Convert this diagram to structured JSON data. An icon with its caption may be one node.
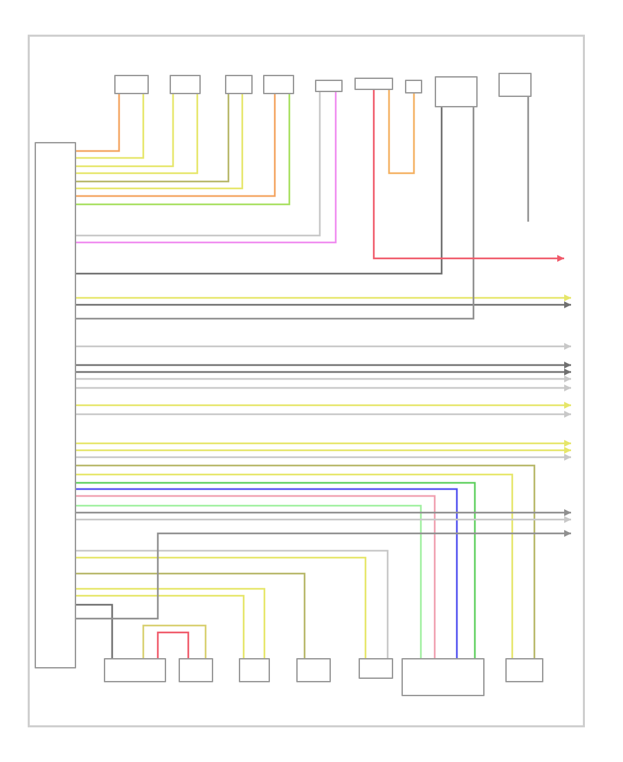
{
  "diagram": {
    "nodes": [
      {
        "text": [],
        "shape": "box"
      },
      {
        "text": [],
        "shape": "box"
      },
      {
        "text": [],
        "shape": "box"
      },
      {
        "text": [],
        "shape": "box"
      },
      {
        "text": [],
        "shape": "box"
      },
      {
        "text": [],
        "shape": "box"
      },
      {
        "text": [],
        "shape": "box"
      },
      {
        "text": [],
        "shape": "box"
      },
      {
        "text": [],
        "shape": "box"
      },
      {
        "text": [],
        "shape": "box"
      },
      {
        "text": [],
        "shape": "box"
      },
      {
        "text": [],
        "shape": "box"
      },
      {
        "text": [],
        "shape": "box"
      },
      {
        "text": [],
        "shape": "box"
      },
      {
        "text": [],
        "shape": "box"
      },
      {
        "text": [],
        "shape": "box"
      },
      {
        "text": [],
        "shape": "box"
      }
    ],
    "edges": [
      {
        "from": 0,
        "to": 1,
        "arrow": "none",
        "color": "#f4a460"
      },
      {
        "from": 0,
        "to": 1,
        "arrow": "none",
        "color": "#e6e66a"
      },
      {
        "from": 0,
        "to": 2,
        "arrow": "none",
        "color": "#e6e66a"
      },
      {
        "from": 0,
        "to": 2,
        "arrow": "none",
        "color": "#e6e66a"
      },
      {
        "from": 0,
        "to": 3,
        "arrow": "none",
        "color": "#b8b86a"
      },
      {
        "from": 0,
        "to": 3,
        "arrow": "none",
        "color": "#e6e66a"
      },
      {
        "from": 0,
        "to": 4,
        "arrow": "none",
        "color": "#f4a460"
      },
      {
        "from": 0,
        "to": 4,
        "arrow": "none",
        "color": "#a8e060"
      },
      {
        "from": 0,
        "to": 5,
        "arrow": "none",
        "color": "#c8c8c8"
      },
      {
        "from": 0,
        "to": 5,
        "arrow": "none",
        "color": "#f08cf0"
      },
      {
        "from": 0,
        "to": 8,
        "arrow": "none",
        "color": "#707070"
      },
      {
        "from": 0,
        "to": null,
        "arrow": "to",
        "color": "#e6e66a"
      },
      {
        "from": 0,
        "to": null,
        "arrow": "to",
        "color": "#707070"
      },
      {
        "from": 0,
        "to": 8,
        "arrow": "none",
        "color": "#909090"
      },
      {
        "from": 0,
        "to": null,
        "arrow": "to",
        "color": "#c8c8c8"
      },
      {
        "from": 0,
        "to": null,
        "arrow": "to",
        "color": "#707070"
      },
      {
        "from": 0,
        "to": null,
        "arrow": "to",
        "color": "#707070"
      },
      {
        "from": 0,
        "to": null,
        "arrow": "to",
        "color": "#c8c8c8"
      },
      {
        "from": 0,
        "to": null,
        "arrow": "to",
        "color": "#c8c8c8"
      },
      {
        "from": 0,
        "to": null,
        "arrow": "to",
        "color": "#e6e66a"
      },
      {
        "from": 0,
        "to": null,
        "arrow": "to",
        "color": "#c8c8c8"
      },
      {
        "from": 0,
        "to": null,
        "arrow": "to",
        "color": "#e6e66a"
      },
      {
        "from": 0,
        "to": null,
        "arrow": "to",
        "color": "#e6e66a"
      },
      {
        "from": 0,
        "to": null,
        "arrow": "to",
        "color": "#c8c8c8"
      },
      {
        "from": 0,
        "to": 16,
        "arrow": "none",
        "color": "#b8b86a"
      },
      {
        "from": 0,
        "to": 16,
        "arrow": "none",
        "color": "#e6e66a"
      },
      {
        "from": 0,
        "to": 15,
        "arrow": "none",
        "color": "#60d060"
      },
      {
        "from": 0,
        "to": 15,
        "arrow": "none",
        "color": "#5050f0"
      },
      {
        "from": 0,
        "to": 15,
        "arrow": "none",
        "color": "#f0a0b0"
      },
      {
        "from": 0,
        "to": 15,
        "arrow": "none",
        "color": "#a0f0a0"
      },
      {
        "from": 0,
        "to": null,
        "arrow": "to",
        "color": "#909090"
      },
      {
        "from": 0,
        "to": null,
        "arrow": "to",
        "color": "#c8c8c8"
      },
      {
        "from": 0,
        "to": 14,
        "arrow": "none",
        "color": "#c8c8c8"
      },
      {
        "from": 0,
        "to": 14,
        "arrow": "none",
        "color": "#e6e66a"
      },
      {
        "from": 0,
        "to": 13,
        "arrow": "none",
        "color": "#b8b86a"
      },
      {
        "from": 0,
        "to": 12,
        "arrow": "none",
        "color": "#e6e66a"
      },
      {
        "from": 0,
        "to": 12,
        "arrow": "none",
        "color": "#e6e66a"
      },
      {
        "from": 0,
        "to": 10,
        "arrow": "none",
        "color": "#707070"
      },
      {
        "from": 6,
        "to": null,
        "arrow": "to",
        "color": "#f05a6a"
      },
      {
        "from": 6,
        "to": 7,
        "arrow": "none",
        "color": "#f4b060"
      },
      {
        "from": 10,
        "to": 11,
        "arrow": "none",
        "color": "#d8d070"
      },
      {
        "from": 10,
        "to": 11,
        "arrow": "none",
        "color": "#f05a6a"
      },
      {
        "from": 9,
        "to": null,
        "arrow": "none",
        "color": "#909090"
      },
      {
        "from": 0,
        "to": null,
        "arrow": "to",
        "color": "#909090"
      }
    ]
  }
}
